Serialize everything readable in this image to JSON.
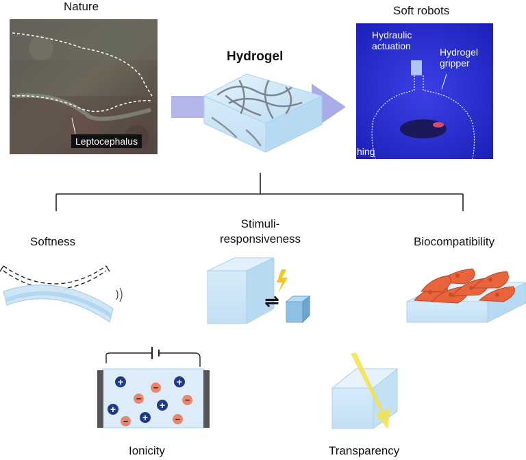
{
  "header": {
    "nature_label": "Nature",
    "hydrogel_label": "Hydrogel",
    "soft_robots_label": "Soft robots"
  },
  "nature_photo": {
    "caption": "Leptocephalus"
  },
  "robot_photo": {
    "label_actuation": "Hydraulic actuation",
    "label_gripper": "Hydrogel gripper",
    "cut_text": "hing"
  },
  "properties": {
    "softness": "Softness",
    "stimuli_responsiveness": "Stimuli-responsiveness",
    "biocompatibility": "Biocompatibility",
    "ionicity": "Ionicity",
    "transparency": "Transparency"
  },
  "colors": {
    "gel_face": "#cfe6f6",
    "gel_edge": "#9ec9e8",
    "arrow": "#b3b6e8",
    "cells": "#e8643c",
    "cation": "#1e3a8a",
    "anion": "#e7876f",
    "robot_bg": "#2a2fd6",
    "lightning": "#f5c518",
    "light_beam": "#f2e24a"
  },
  "icons": {
    "cation_symbol": "+",
    "anion_symbol": "−",
    "equilibrium": "⇌"
  }
}
